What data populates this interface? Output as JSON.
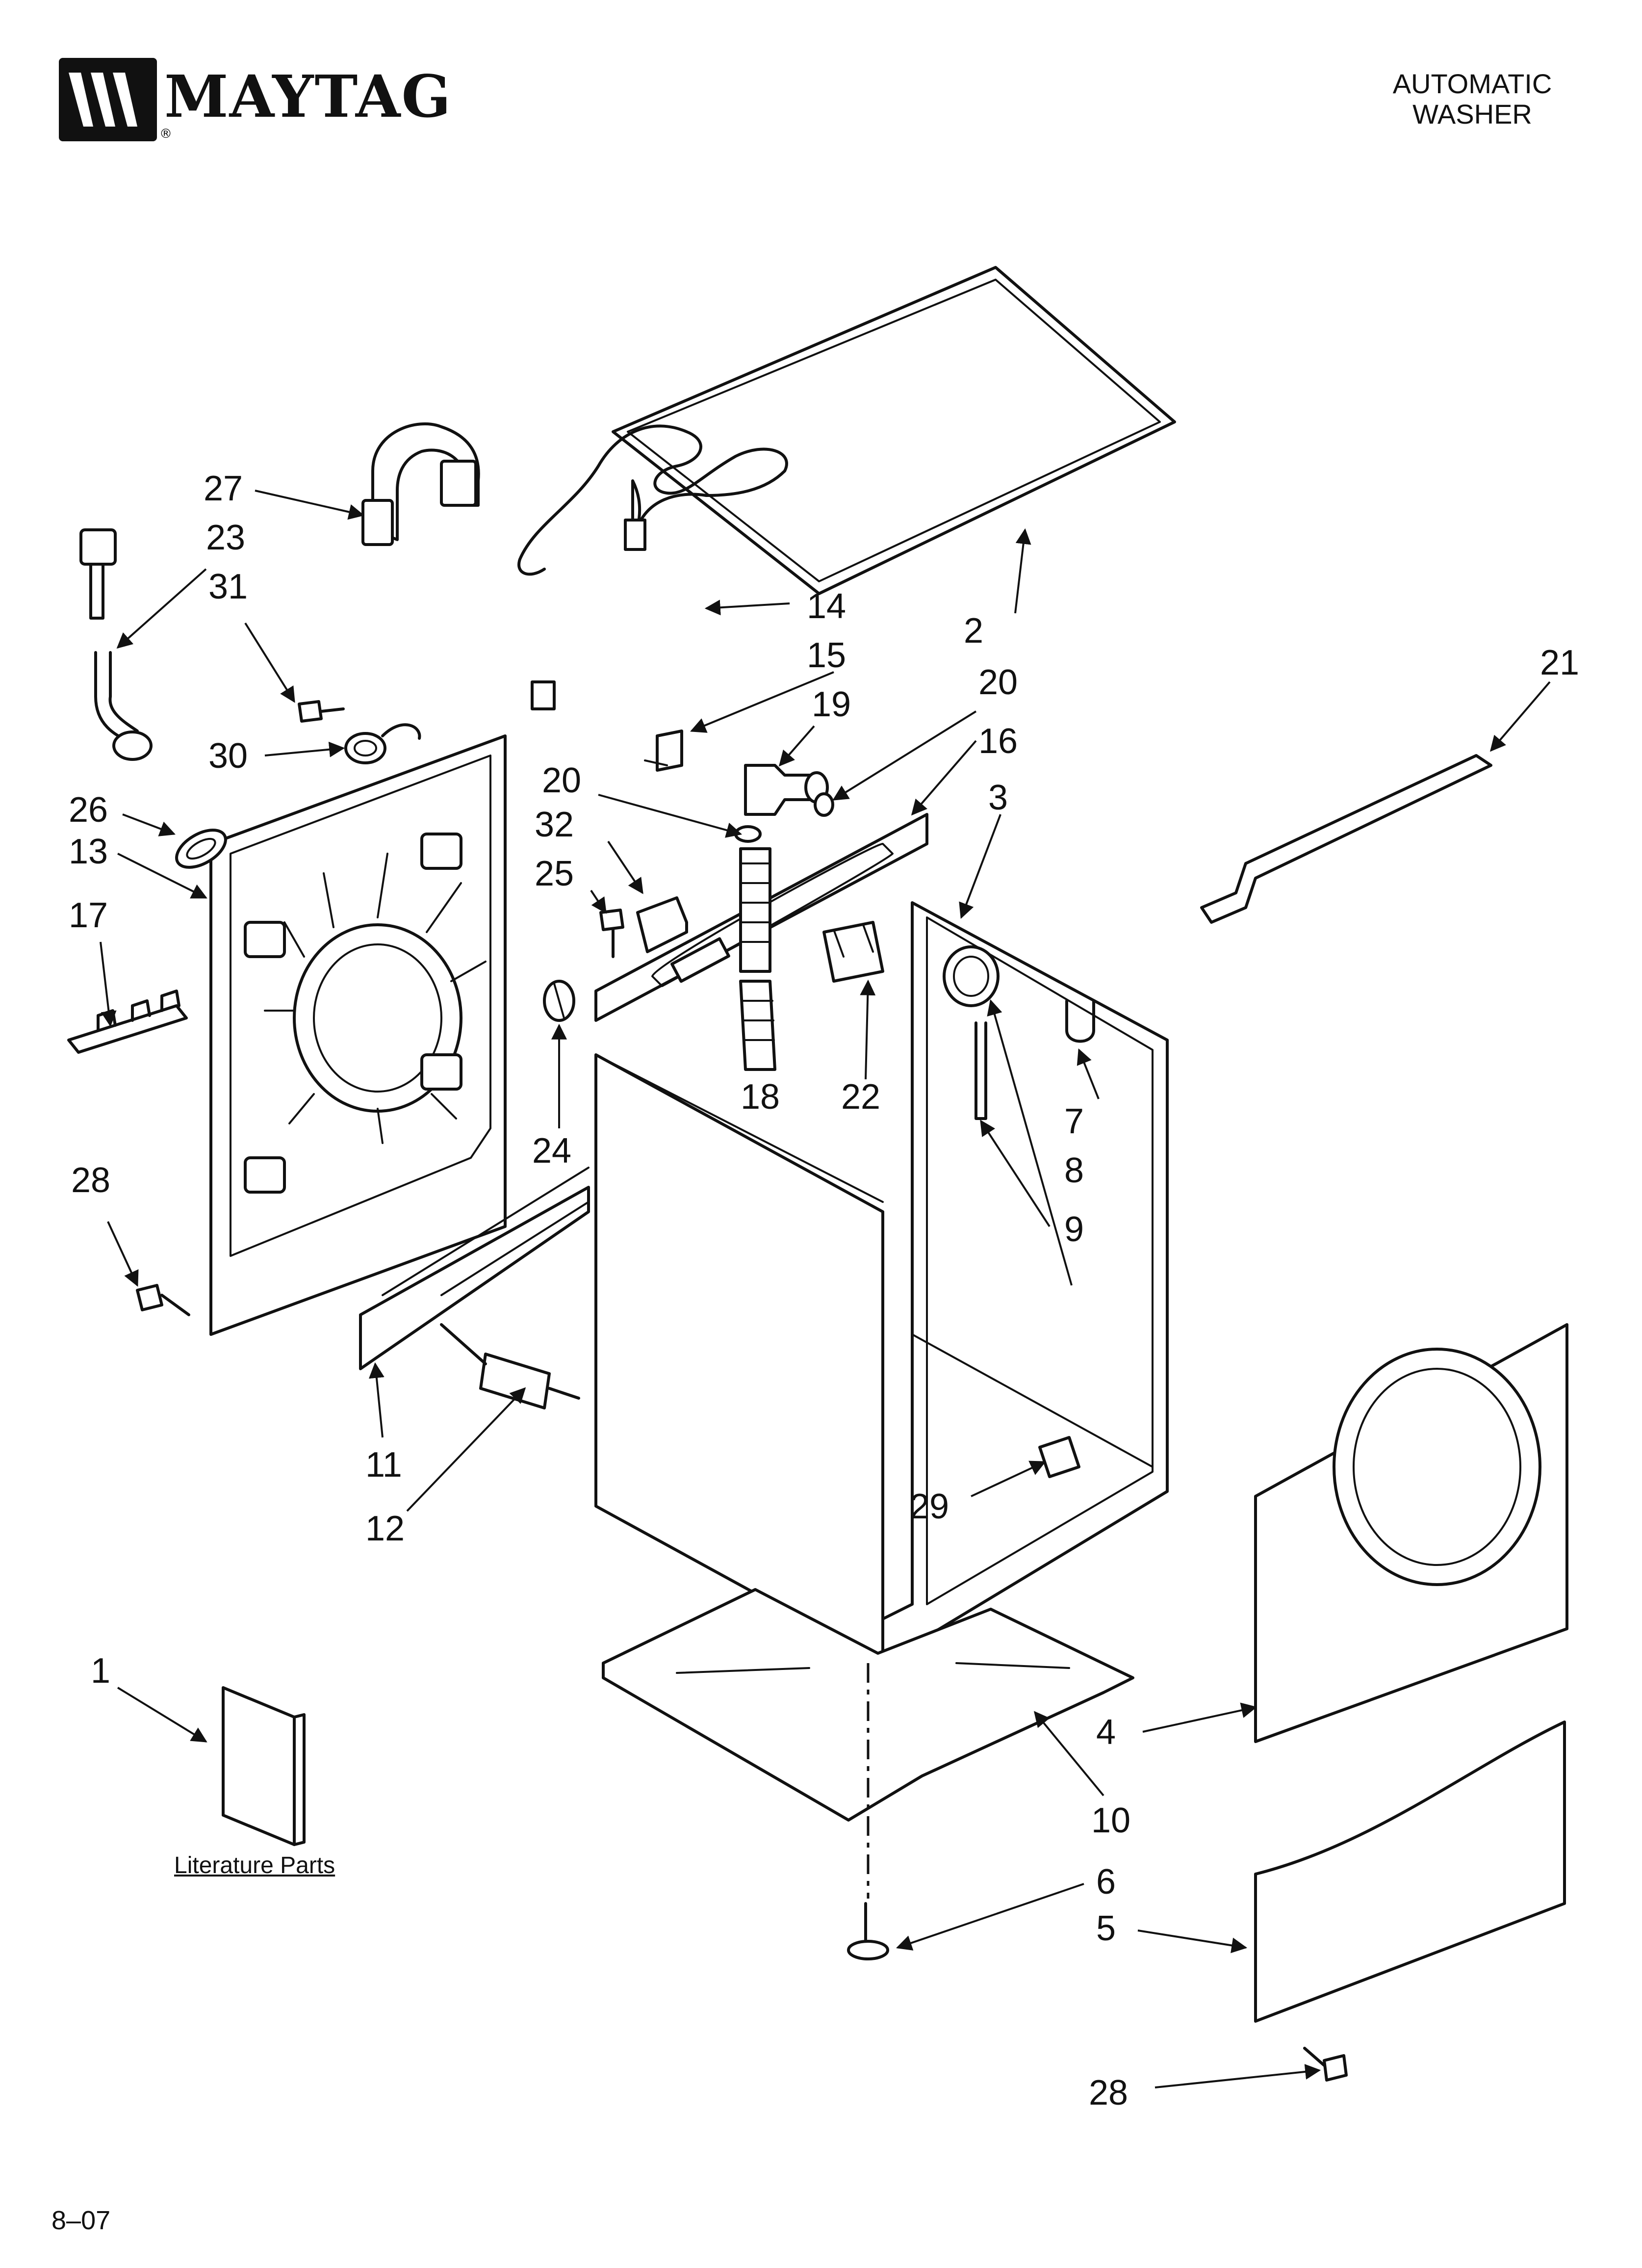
{
  "header": {
    "brand": "MAYTAG",
    "brand_reg": "®",
    "title_line1": "AUTOMATIC",
    "title_line2": "WASHER"
  },
  "footer": {
    "page_number": "8–07"
  },
  "literature_label": "Literature Parts",
  "callouts": {
    "c1": "1",
    "c2": "2",
    "c3": "3",
    "c4": "4",
    "c5": "5",
    "c6": "6",
    "c7": "7",
    "c8": "8",
    "c9": "9",
    "c10": "10",
    "c11": "11",
    "c12": "12",
    "c13": "13",
    "c14": "14",
    "c15": "15",
    "c16": "16",
    "c17": "17",
    "c18": "18",
    "c19": "19",
    "c20a": "20",
    "c20b": "20",
    "c21": "21",
    "c22": "22",
    "c23": "23",
    "c24": "24",
    "c25": "25",
    "c26": "26",
    "c27": "27",
    "c28a": "28",
    "c28b": "28",
    "c29": "29",
    "c30": "30",
    "c31": "31",
    "c32": "32"
  }
}
